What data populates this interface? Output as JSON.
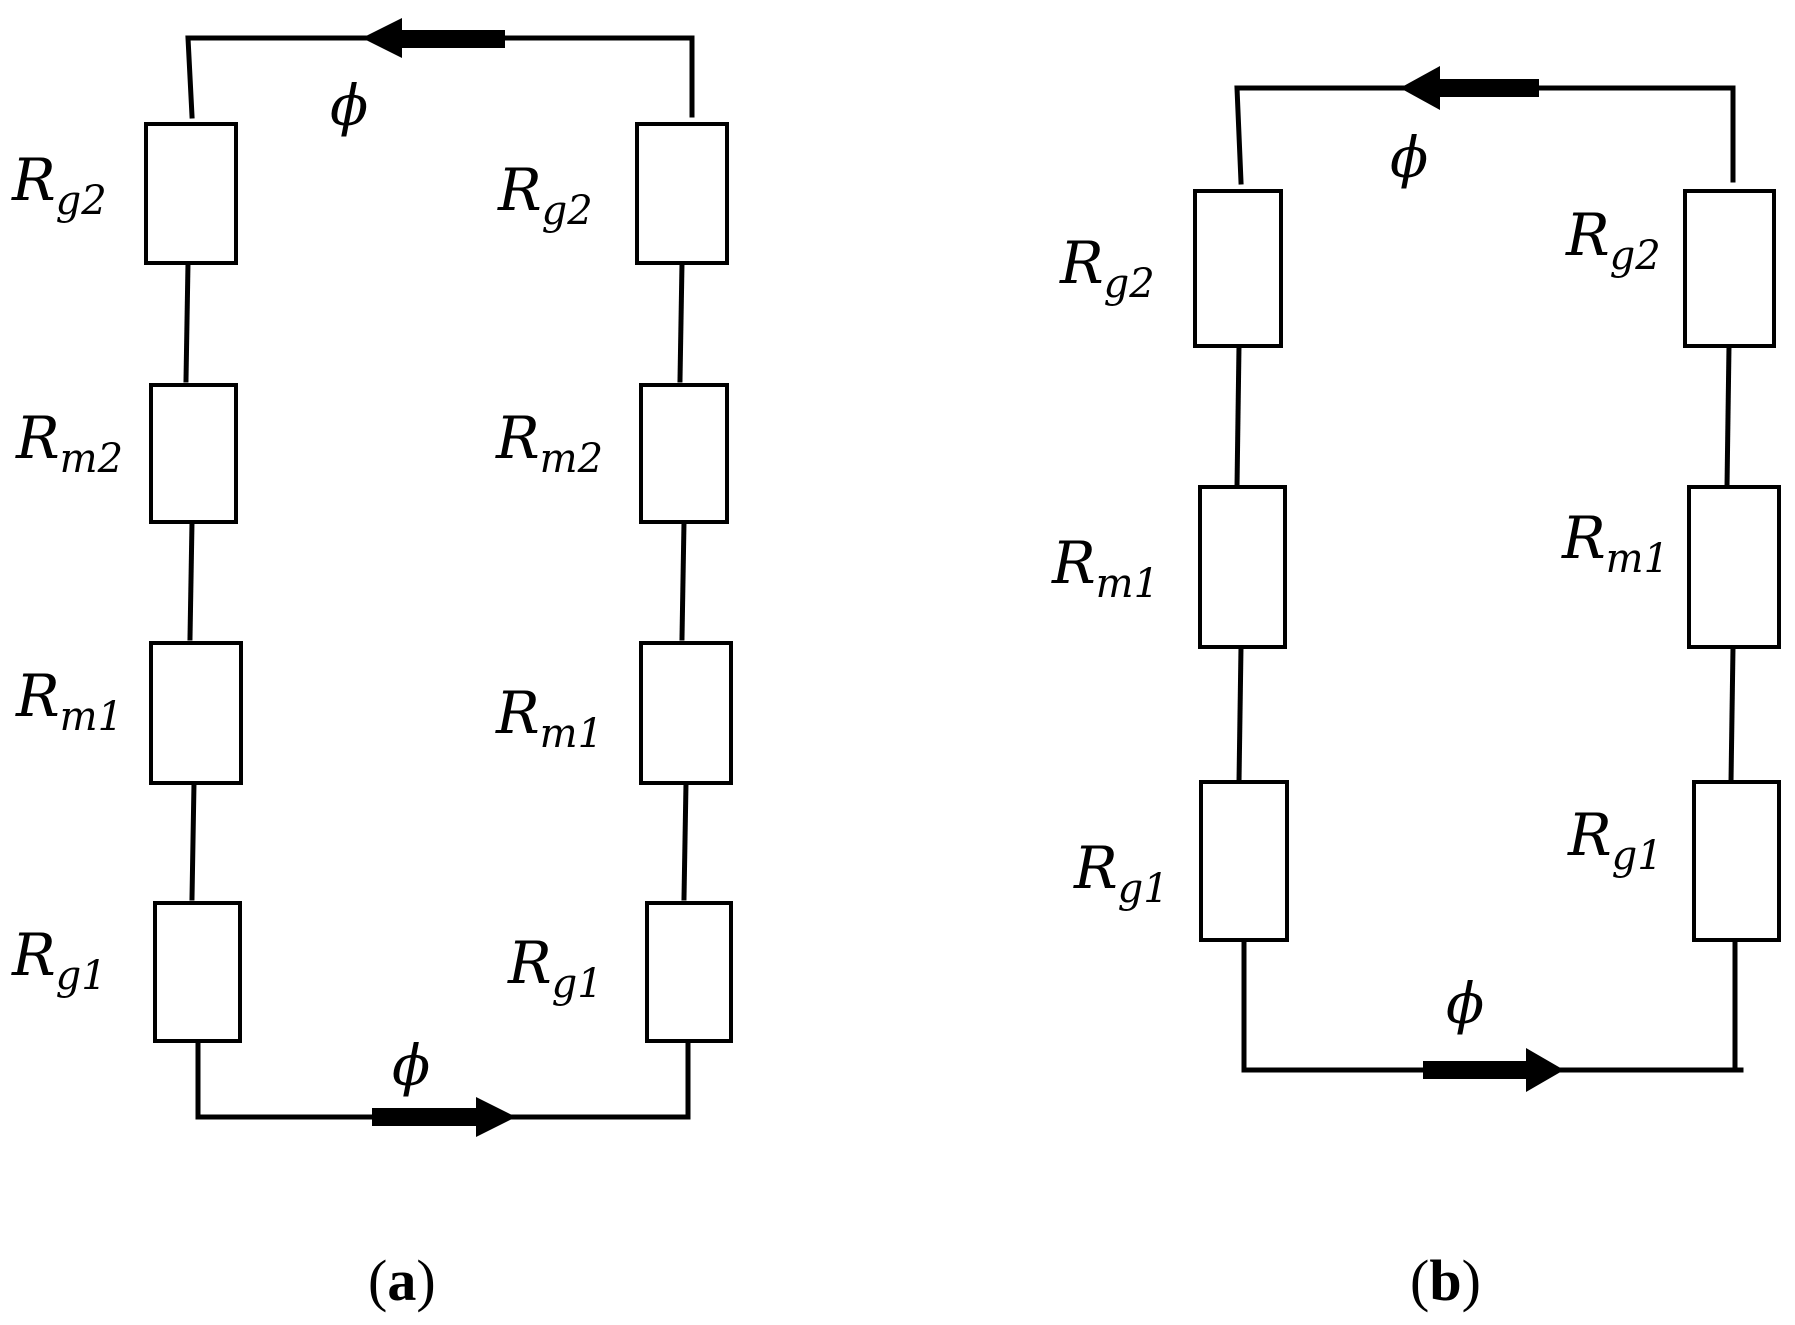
{
  "panels": [
    {
      "caption_open": "(",
      "caption_letter": "a",
      "caption_close": ")",
      "flux_symbol": "ϕ",
      "left_labels": [
        {
          "main": "R",
          "sub": "g2"
        },
        {
          "main": "R",
          "sub": "m2"
        },
        {
          "main": "R",
          "sub": "m1"
        },
        {
          "main": "R",
          "sub": "g1"
        }
      ],
      "right_labels": [
        {
          "main": "R",
          "sub": "g2"
        },
        {
          "main": "R",
          "sub": "m2"
        },
        {
          "main": "R",
          "sub": "m1"
        },
        {
          "main": "R",
          "sub": "g1"
        }
      ]
    },
    {
      "caption_open": "(",
      "caption_letter": "b",
      "caption_close": ")",
      "flux_symbol": "ϕ",
      "left_labels": [
        {
          "main": "R",
          "sub": "g2"
        },
        {
          "main": "R",
          "sub": "m1"
        },
        {
          "main": "R",
          "sub": "g1"
        }
      ],
      "right_labels": [
        {
          "main": "R",
          "sub": "g2"
        },
        {
          "main": "R",
          "sub": "m1"
        },
        {
          "main": "R",
          "sub": "g1"
        }
      ]
    }
  ]
}
